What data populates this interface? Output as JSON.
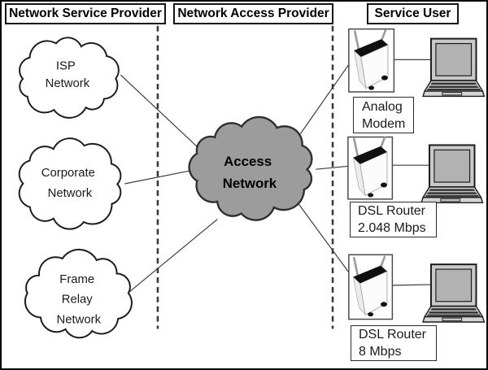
{
  "header": {
    "service_provider": "Network Service Provider",
    "access_provider": "Network Access Provider",
    "service_user": "Service User"
  },
  "clouds": {
    "isp": {
      "line1": "ISP",
      "line2": "Network"
    },
    "corporate": {
      "line1": "Corporate",
      "line2": "Network"
    },
    "frame_relay": {
      "line1": "Frame",
      "line2": "Relay",
      "line3": "Network"
    },
    "access": {
      "line1": "Access",
      "line2": "Network"
    }
  },
  "devices": {
    "analog_modem": {
      "line1": "Analog",
      "line2": "Modem"
    },
    "dsl_router_2048": {
      "line1": "DSL Router",
      "line2": "2.048 Mbps"
    },
    "dsl_router_8": {
      "line1": "DSL Router",
      "line2": "8 Mbps"
    }
  },
  "colors": {
    "access_cloud_fill": "#9c9c9c",
    "provider_cloud_fill": "#ffffff",
    "cloud_outline": "#1c1c1c",
    "connector_line": "#3c3c3c",
    "dashed_separator": "#3a3a3a"
  }
}
